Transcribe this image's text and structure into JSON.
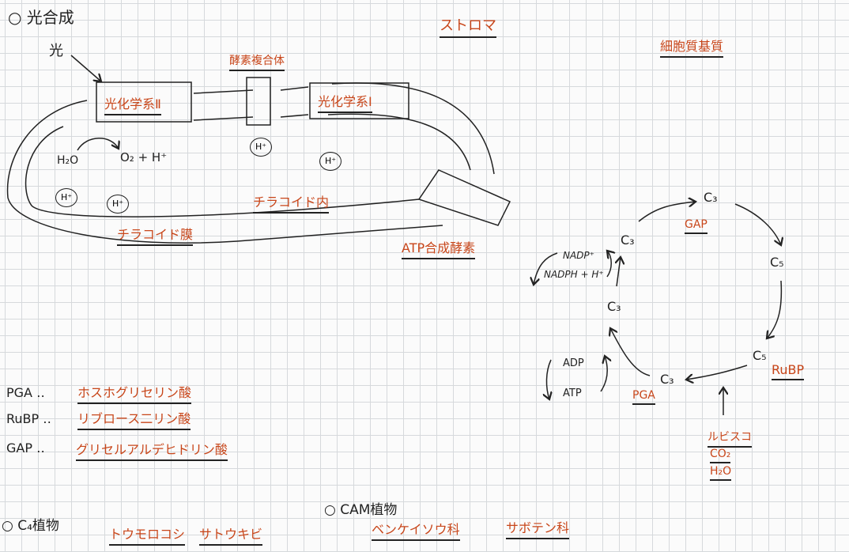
{
  "title": "○ 光合成",
  "stroma": "ストロマ",
  "cytoplasm": "細胞質基質",
  "light": "光",
  "enzyme_complex": "酵素複合体",
  "ps2": "光化学系Ⅱ",
  "ps1": "光化学系Ⅰ",
  "h2o": "H₂O",
  "o2_h": "O₂ + H⁺",
  "hplus": "H⁺",
  "thylakoid_inside": "チラコイド内",
  "thylakoid_membrane": "チラコイド膜",
  "atp_synthase": "ATP合成酵素",
  "cycle": {
    "c3": "C₃",
    "c5": "C₅",
    "gap": "GAP",
    "rubp": "RuBP",
    "pga": "PGA",
    "nadp": "NADP⁺",
    "nadph": "NADPH + H⁺",
    "adp": "ADP",
    "atp": "ATP",
    "rubisco": "ルビスコ",
    "co2": "CO₂",
    "h2o": "H₂O"
  },
  "glossary": [
    {
      "abbr": "PGA ‥",
      "full": "ホスホグリセリン酸"
    },
    {
      "abbr": "RuBP ‥",
      "full": "リブロース二リン酸"
    },
    {
      "abbr": "GAP ‥",
      "full": "グリセルアルデヒドリン酸"
    }
  ],
  "c4": {
    "title": "○ C₄植物",
    "examples": [
      "トウモロコシ",
      "サトウキビ"
    ]
  },
  "cam": {
    "title": "○ CAM植物",
    "examples": [
      "ベンケイソウ科",
      "サボテン科"
    ]
  }
}
